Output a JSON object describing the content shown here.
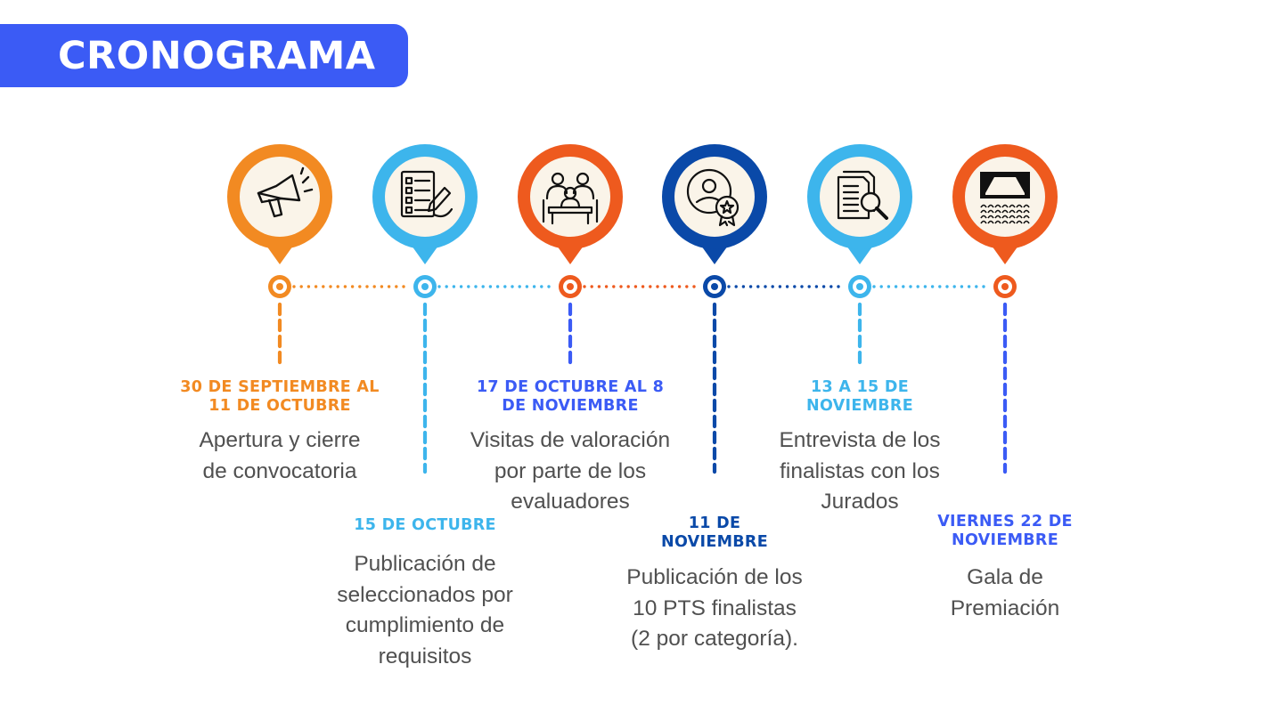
{
  "title": "CRONOGRAMA",
  "colors": {
    "banner": "#3b5bf5",
    "orange": "#f28a22",
    "light_blue": "#3db5ec",
    "red_orange": "#ee5a1e",
    "dark_blue": "#0a49a8",
    "royal_blue": "#3b5bf5",
    "icon_bg": "#faf4e9"
  },
  "events": [
    {
      "id": "e1",
      "icon": "megaphone-icon",
      "marker_color": "#f28a22",
      "date": "30 DE SEPTIEMBRE AL\n11 DE OCTUBRE",
      "date_color": "#f28a22",
      "description": "Apertura y cierre\nde convocatoria"
    },
    {
      "id": "e2",
      "icon": "form-checklist-icon",
      "marker_color": "#3db5ec",
      "date": "15 DE OCTUBRE",
      "date_color": "#3db5ec",
      "description": "Publicación de\nseleccionados por\ncumplimiento de\nrequisitos"
    },
    {
      "id": "e3",
      "icon": "meeting-team-icon",
      "marker_color": "#ee5a1e",
      "date": "17 DE OCTUBRE AL 8\nDE NOVIEMBRE",
      "date_color": "#3b5bf5",
      "description": "Visitas de valoración\npor parte de los\nevaluadores"
    },
    {
      "id": "e4",
      "icon": "user-award-icon",
      "marker_color": "#0a49a8",
      "date": "11 DE\nNOVIEMBRE",
      "date_color": "#0a49a8",
      "description": "Publicación de los\n10 PTS finalistas\n(2 por categoría)."
    },
    {
      "id": "e5",
      "icon": "document-search-icon",
      "marker_color": "#3db5ec",
      "date": "13 A 15 DE\nNOVIEMBRE",
      "date_color": "#3db5ec",
      "description": "Entrevista de los\nfinalistas con los\nJurados"
    },
    {
      "id": "e6",
      "icon": "theater-stage-icon",
      "marker_color": "#ee5a1e",
      "date": "VIERNES 22 DE\nNOVIEMBRE",
      "date_color": "#3b5bf5",
      "description": "Gala de\nPremiación"
    }
  ]
}
